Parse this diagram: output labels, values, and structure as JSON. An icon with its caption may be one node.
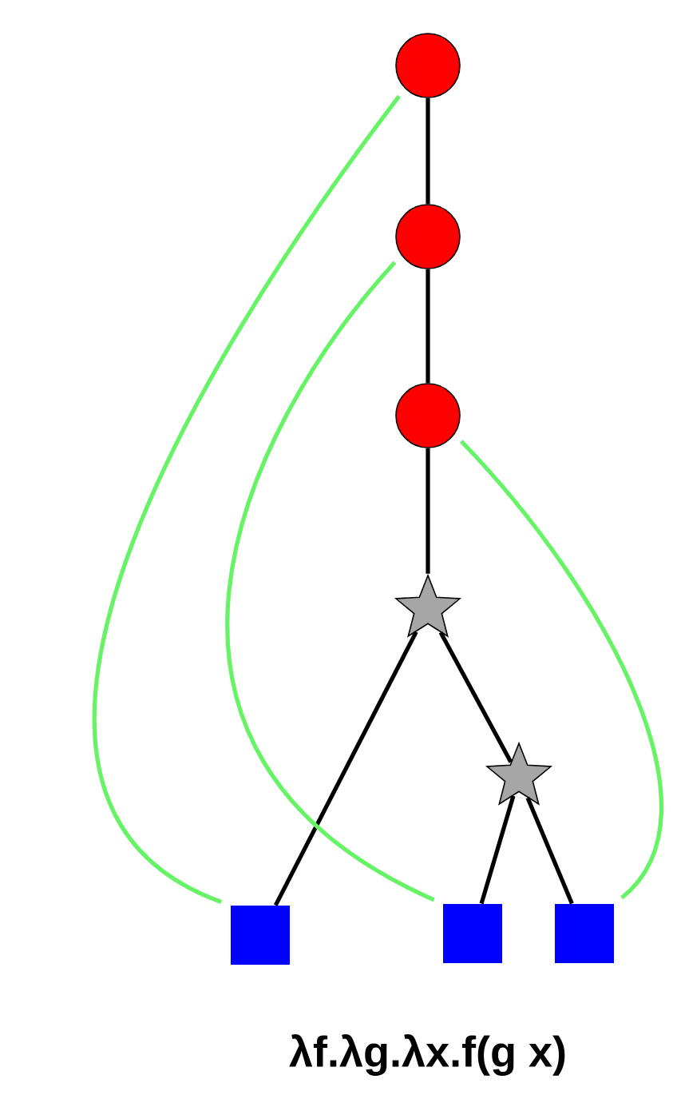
{
  "diagram": {
    "nodes": [
      {
        "text": [],
        "shape": "circle"
      },
      {
        "text": [],
        "shape": "circle"
      },
      {
        "text": [],
        "shape": "circle"
      },
      {
        "text": [],
        "shape": "star"
      },
      {
        "text": [],
        "shape": "star"
      },
      {
        "text": [],
        "shape": "box"
      },
      {
        "text": [],
        "shape": "box"
      },
      {
        "text": [],
        "shape": "box"
      }
    ],
    "edges": [
      {
        "from": 0,
        "to": 1,
        "arrow": "none"
      },
      {
        "from": 1,
        "to": 2,
        "arrow": "none"
      },
      {
        "from": 2,
        "to": 3,
        "arrow": "none"
      },
      {
        "from": 3,
        "to": 5,
        "arrow": "none"
      },
      {
        "from": 3,
        "to": 4,
        "arrow": "none"
      },
      {
        "from": 4,
        "to": 6,
        "arrow": "none"
      },
      {
        "from": 4,
        "to": 7,
        "arrow": "none"
      },
      {
        "from": 0,
        "to": 5,
        "arrow": "none",
        "color": "#66f366"
      },
      {
        "from": 1,
        "to": 6,
        "arrow": "none",
        "color": "#66f366"
      },
      {
        "from": 2,
        "to": 7,
        "arrow": "none",
        "color": "#66f366"
      }
    ],
    "labels": [
      "λf.λg.λx.f(g x)"
    ]
  }
}
